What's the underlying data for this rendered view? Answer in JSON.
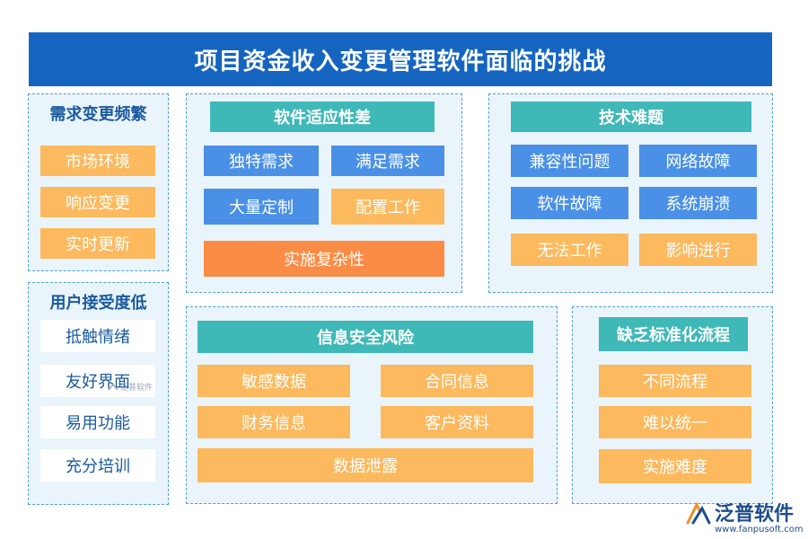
{
  "title": "项目资金收入变更管理软件面临的挑战",
  "panels": {
    "demand": {
      "header": "需求变更频繁",
      "items": [
        "市场环境",
        "响应变更",
        "实时更新"
      ]
    },
    "acceptance": {
      "header": "用户接受度低",
      "items": [
        "抵触情绪",
        "友好界面",
        "易用功能",
        "充分培训"
      ]
    },
    "adapt": {
      "header": "软件适应性差",
      "items": [
        "独特需求",
        "满足需求",
        "大量定制",
        "配置工作",
        "实施复杂性"
      ]
    },
    "tech": {
      "header": "技术难题",
      "items": [
        "兼容性问题",
        "网络故障",
        "软件故障",
        "系统崩溃",
        "无法工作",
        "影响进行"
      ]
    },
    "security": {
      "header": "信息安全风险",
      "items": [
        "敏感数据",
        "合同信息",
        "财务信息",
        "客户资料",
        "数据泄露"
      ]
    },
    "standard": {
      "header": "缺乏标准化流程",
      "items": [
        "不同流程",
        "难以统一",
        "实施难度"
      ]
    }
  },
  "watermark": "泛普软件",
  "logo": {
    "name": "泛普软件",
    "url": "www.fanpusoft.com"
  },
  "colors": {
    "title": "#1565c0",
    "teal": "#3fb8b8",
    "orange": "#fcb95e",
    "deep_orange": "#fb8c46",
    "blue": "#4a90e6",
    "panel_bg": "#eaf4fb",
    "panel_border": "#4fa3d9"
  }
}
